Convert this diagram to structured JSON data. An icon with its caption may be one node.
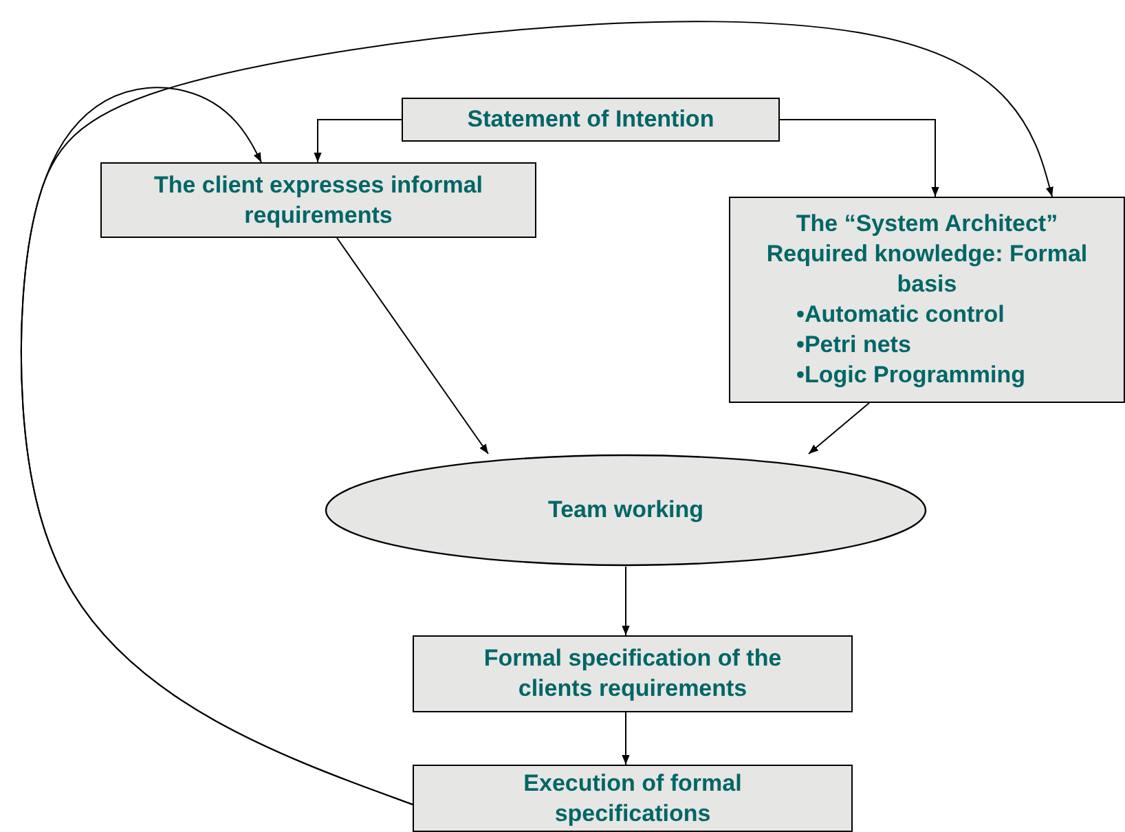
{
  "diagram": {
    "nodes": [
      {
        "text": [
          "Statement of Intention"
        ]
      },
      {
        "text": [
          "The client expresses informal requirements"
        ]
      },
      {
        "text": [
          "The “System Architect” Required knowledge: Formal basis",
          "•Automatic control",
          "•Petri nets",
          "•Logic Programming"
        ]
      },
      {
        "text": [
          "Team working"
        ]
      },
      {
        "text": [
          "Formal specification of the clients requirements"
        ]
      },
      {
        "text": [
          "Execution of formal specifications"
        ]
      }
    ],
    "edges": [
      {
        "from": 0,
        "to": 1,
        "arrow": "to"
      },
      {
        "from": 0,
        "to": 2,
        "arrow": "to"
      },
      {
        "from": 1,
        "to": 3,
        "arrow": "to"
      },
      {
        "from": 2,
        "to": 3,
        "arrow": "to"
      },
      {
        "from": 3,
        "to": 4,
        "arrow": "to"
      },
      {
        "from": 4,
        "to": 5,
        "arrow": "to"
      },
      {
        "from": 5,
        "to": 1,
        "arrow": "to"
      },
      {
        "from": 5,
        "to": 2,
        "arrow": "to"
      }
    ]
  }
}
